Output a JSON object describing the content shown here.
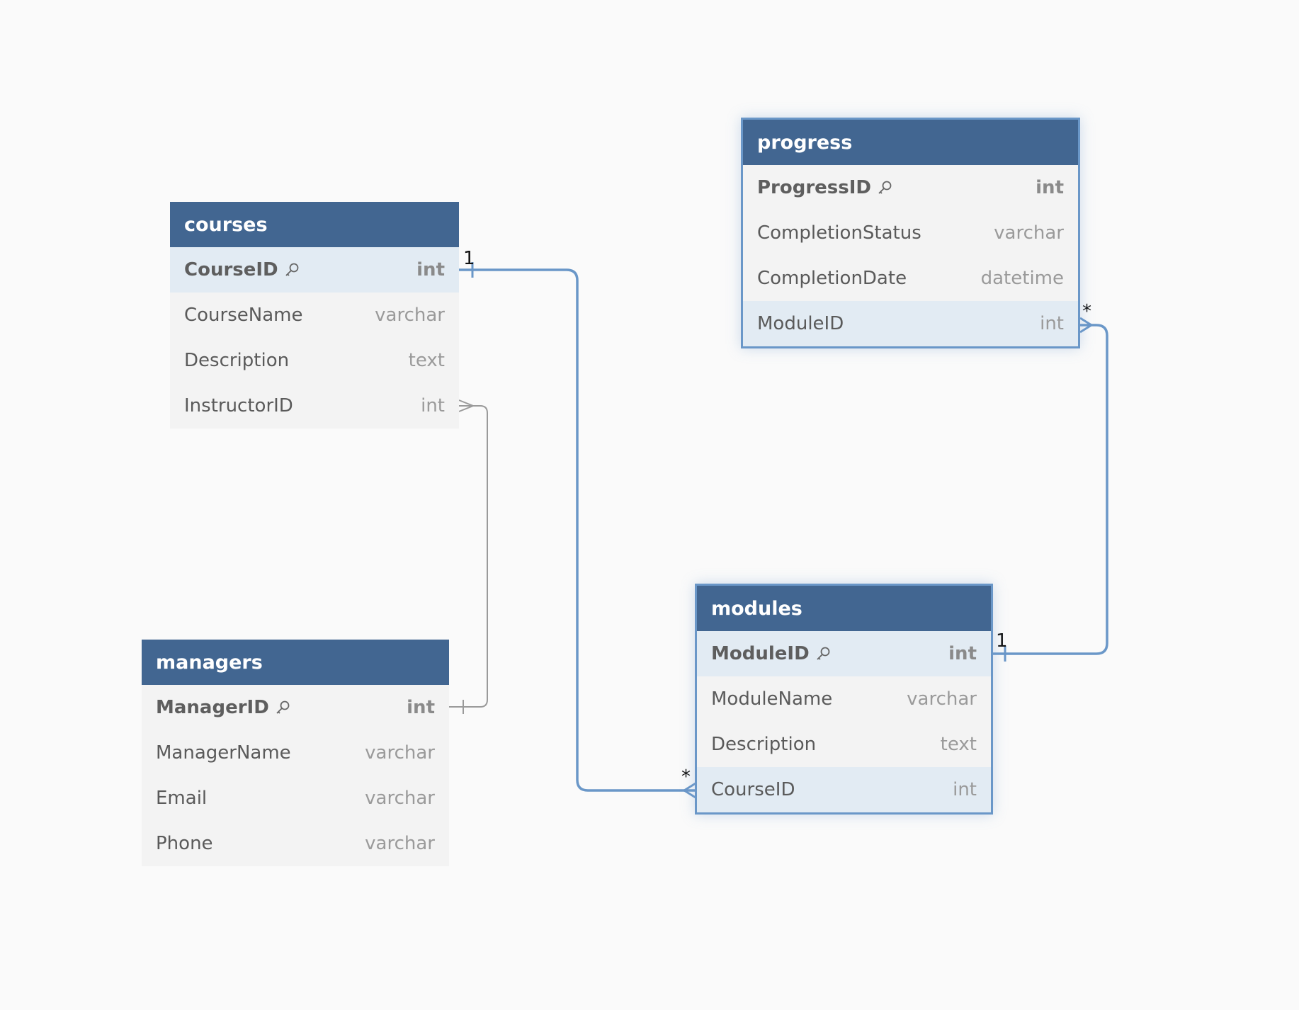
{
  "tables": {
    "courses": {
      "title": "courses",
      "fields": [
        {
          "name": "CourseID",
          "type": "int"
        },
        {
          "name": "CourseName",
          "type": "varchar"
        },
        {
          "name": "Description",
          "type": "text"
        },
        {
          "name": "InstructorID",
          "type": "int"
        }
      ]
    },
    "managers": {
      "title": "managers",
      "fields": [
        {
          "name": "ManagerID",
          "type": "int"
        },
        {
          "name": "ManagerName",
          "type": "varchar"
        },
        {
          "name": "Email",
          "type": "varchar"
        },
        {
          "name": "Phone",
          "type": "varchar"
        }
      ]
    },
    "progress": {
      "title": "progress",
      "fields": [
        {
          "name": "ProgressID",
          "type": "int"
        },
        {
          "name": "CompletionStatus",
          "type": "varchar"
        },
        {
          "name": "CompletionDate",
          "type": "datetime"
        },
        {
          "name": "ModuleID",
          "type": "int"
        }
      ]
    },
    "modules": {
      "title": "modules",
      "fields": [
        {
          "name": "ModuleID",
          "type": "int"
        },
        {
          "name": "ModuleName",
          "type": "varchar"
        },
        {
          "name": "Description",
          "type": "text"
        },
        {
          "name": "CourseID",
          "type": "int"
        }
      ]
    }
  },
  "cardinality": {
    "courses_modules_one": "1",
    "courses_modules_many": "*",
    "modules_progress_one": "1",
    "modules_progress_many": "*"
  },
  "colors": {
    "header": "#426691",
    "relation": "#6a97c8",
    "relation_muted": "#9a9a9a",
    "highlight_row": "#e2ebf3"
  },
  "icons": {
    "primary_key": "key-icon"
  }
}
